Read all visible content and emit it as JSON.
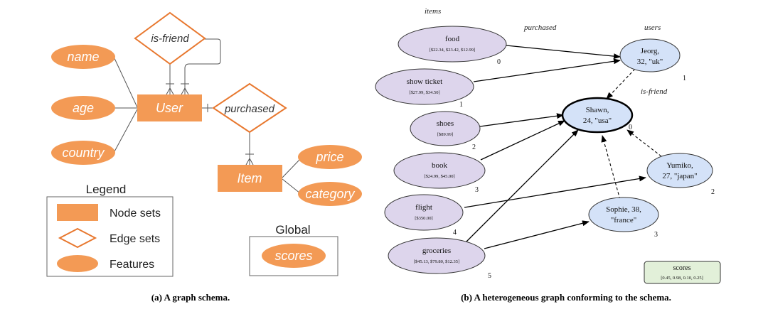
{
  "colors": {
    "orange": "#f39a55",
    "orange_stroke": "#e8782f",
    "item_fill": "#ddd5ec",
    "user_fill": "#d4e2f8",
    "scores_fill": "#e2f0d9"
  },
  "schema": {
    "features_user": [
      "name",
      "age",
      "country"
    ],
    "user_label": "User",
    "is_friend_label": "is-friend",
    "purchased_label": "purchased",
    "item_label": "Item",
    "features_item": [
      "price",
      "category"
    ],
    "legend": {
      "title": "Legend",
      "node_sets": "Node sets",
      "edge_sets": "Edge sets",
      "features": "Features"
    },
    "global": {
      "title": "Global",
      "scores": "scores"
    },
    "caption": "(a) A graph schema."
  },
  "graph": {
    "header_items": "items",
    "header_purchased": "purchased",
    "header_users": "users",
    "header_is_friend": "is-friend",
    "items": [
      {
        "name": "food",
        "values": "[$22.34,  $23.42,  $12.99]",
        "index": "0"
      },
      {
        "name": "show ticket",
        "values": "[$27.99,  $34.50]",
        "index": "1"
      },
      {
        "name": "shoes",
        "values": "[$89.99]",
        "index": "2"
      },
      {
        "name": "book",
        "values": "[$24.99,  $45.00]",
        "index": "3"
      },
      {
        "name": "flight",
        "values": "[$350.00]",
        "index": "4"
      },
      {
        "name": "groceries",
        "values": "[$45.13,  $79.80,  $12.35]",
        "index": "5"
      }
    ],
    "users": [
      {
        "line1": "Shawn,",
        "line2": "24,  \"usa\"",
        "index": "0"
      },
      {
        "line1": "Jeorg,",
        "line2": "32,  \"uk\"",
        "index": "1"
      },
      {
        "line1": "Yumiko,",
        "line2": "27,  \"japan\"",
        "index": "2"
      },
      {
        "line1": "Sophie,  38,",
        "line2": "\"france\"",
        "index": "3"
      }
    ],
    "scores_title": "scores",
    "scores_values": "[0.45,  0.98,  0.10,  0.25]",
    "caption": "(b) A heterogeneous graph conforming to the schema."
  }
}
